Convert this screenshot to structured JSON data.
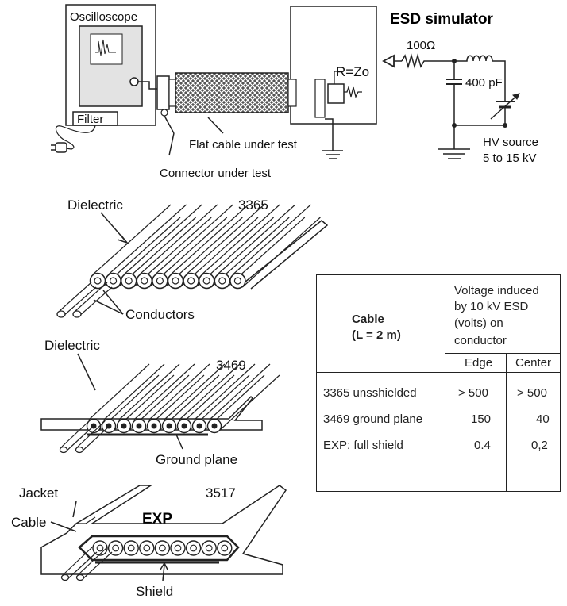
{
  "setup": {
    "title": "ESD simulator",
    "oscilloscope_label": "Oscilloscope",
    "filter_label": "Filter",
    "resistor_label": "100Ω",
    "termination_label": "R=Zo",
    "capacitor_label": "400 pF",
    "hv_source_label": "HV source",
    "hv_range_label": "5 to 15 kV",
    "flat_cable_label": "Flat cable under test",
    "connector_label": "Connector under test"
  },
  "cable_3365": {
    "dielectric_label": "Dielectric",
    "number": "3365",
    "conductors_label": "Conductors"
  },
  "cable_3469": {
    "dielectric_label": "Dielectric",
    "number": "3469",
    "ground_plane_label": "Ground plane"
  },
  "cable_3517": {
    "jacket_label": "Jacket",
    "cable_label": "Cable",
    "number": "3517",
    "exp_label": "EXP",
    "shield_label": "Shield"
  },
  "results_table": {
    "cable_header_line1": "Cable",
    "cable_header_line2": "(L = 2 m)",
    "voltage_header_lines": [
      "Voltage induced",
      "by 10 kV ESD",
      "(volts) on",
      "conductor"
    ],
    "edge_header": "Edge",
    "center_header": "Center",
    "rows": [
      {
        "cable": "3365 unsshielded",
        "edge": "> 500",
        "center": "> 500"
      },
      {
        "cable": "3469 ground plane",
        "edge": "150",
        "center": "40"
      },
      {
        "cable": "EXP: full shield",
        "edge": "0.4",
        "center": "0,2"
      }
    ]
  }
}
